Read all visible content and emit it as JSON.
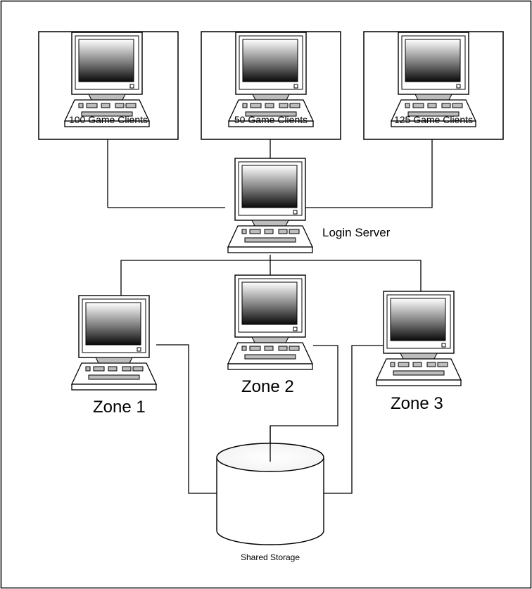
{
  "clients": [
    {
      "label": "100 Game Clients"
    },
    {
      "label": "50 Game Clients"
    },
    {
      "label": "125 Game Clients"
    }
  ],
  "login_server": {
    "label": "Login Server"
  },
  "zones": [
    {
      "label": "Zone 1"
    },
    {
      "label": "Zone 2"
    },
    {
      "label": "Zone 3"
    }
  ],
  "storage": {
    "label": "Shared Storage"
  },
  "icons": {
    "computer": "computer-icon",
    "database": "database-icon"
  },
  "colors": {
    "line": "#000000",
    "background": "#ffffff"
  }
}
